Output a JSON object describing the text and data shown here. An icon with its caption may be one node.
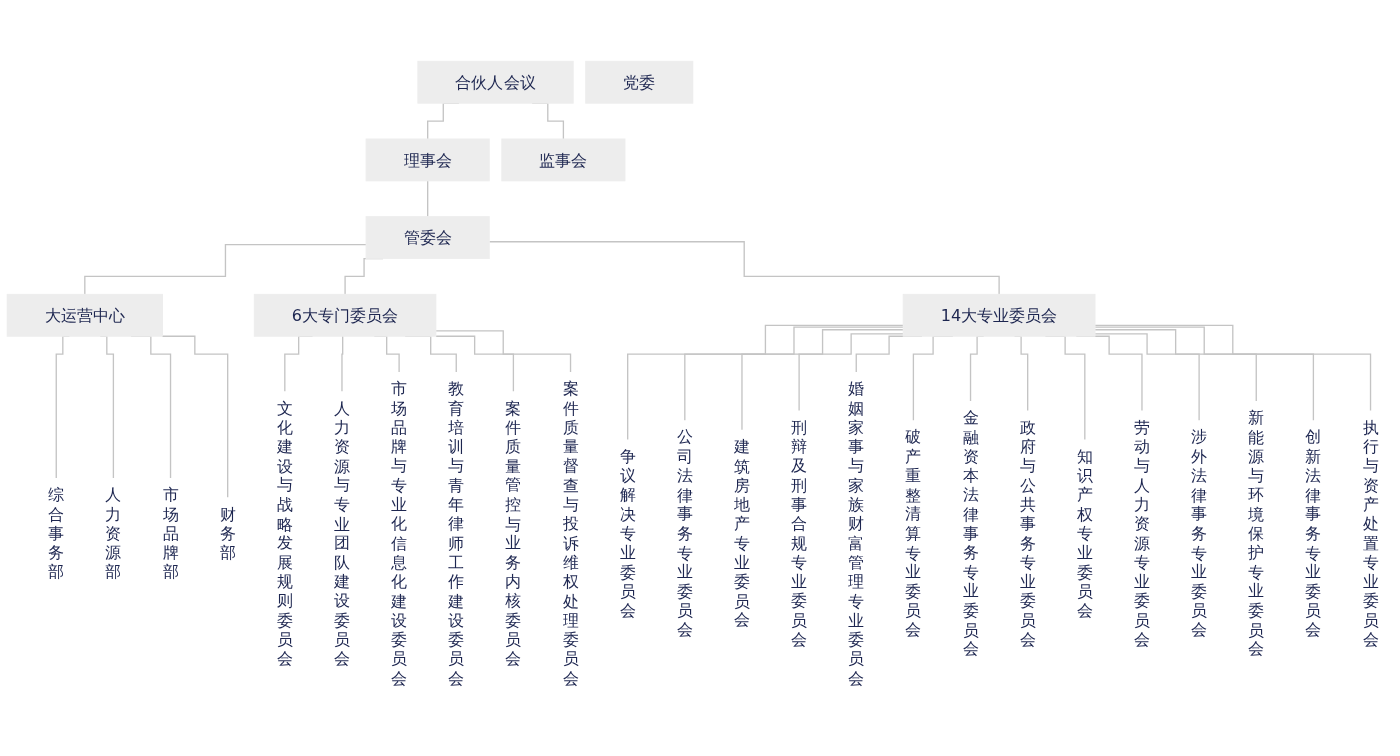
{
  "diagram": {
    "nodes": [
      {
        "text": [
          "合伙人会议"
        ]
      },
      {
        "text": [
          "党委"
        ]
      },
      {
        "text": [
          "理事会"
        ]
      },
      {
        "text": [
          "监事会"
        ]
      },
      {
        "text": [
          "管委会"
        ]
      },
      {
        "text": [
          "大运营中心"
        ]
      },
      {
        "text": [
          "6大专门委员会"
        ]
      },
      {
        "text": [
          "14大专业委员会"
        ]
      },
      {
        "text": [
          "综合事务部"
        ]
      },
      {
        "text": [
          "人力资源部"
        ]
      },
      {
        "text": [
          "市场品牌部"
        ]
      },
      {
        "text": [
          "财务部"
        ]
      },
      {
        "text": [
          "文化建设与战略发展规则委员会"
        ]
      },
      {
        "text": [
          "人力资源与专业团队建设委员会"
        ]
      },
      {
        "text": [
          "市场品牌与专业化信息化建设委员会"
        ]
      },
      {
        "text": [
          "教育培训与青年律师工作建设委员会"
        ]
      },
      {
        "text": [
          "案件质量管控与业务内核委员会"
        ]
      },
      {
        "text": [
          "案件质量督查与投诉维权处理委员会"
        ]
      },
      {
        "text": [
          "争议解决专业委员会"
        ]
      },
      {
        "text": [
          "公司法律事务专业委员会"
        ]
      },
      {
        "text": [
          "建筑房地产专业委员会"
        ]
      },
      {
        "text": [
          "刑辩及刑事合规专业委员会"
        ]
      },
      {
        "text": [
          "婚姻家事与家族财富管理专业委员会"
        ]
      },
      {
        "text": [
          "破产重整清算专业委员会"
        ]
      },
      {
        "text": [
          "金融资本法律事务专业委员会"
        ]
      },
      {
        "text": [
          "政府与公共事务专业委员会"
        ]
      },
      {
        "text": [
          "知识产权专业委员会"
        ]
      },
      {
        "text": [
          "劳动与人力资源专业委员会"
        ]
      },
      {
        "text": [
          "涉外法律事务专业委员会"
        ]
      },
      {
        "text": [
          "新能源与环境保护专业委员会"
        ]
      },
      {
        "text": [
          "创新法律事务专业委员会"
        ]
      },
      {
        "text": [
          "执行与资产处置专业委员会"
        ]
      }
    ],
    "edges": [
      {
        "from": 0,
        "to": 2,
        "arrow": "none"
      },
      {
        "from": 0,
        "to": 3,
        "arrow": "none"
      },
      {
        "from": 2,
        "to": 4,
        "arrow": "none"
      },
      {
        "from": 4,
        "to": 5,
        "arrow": "none"
      },
      {
        "from": 4,
        "to": 6,
        "arrow": "none"
      },
      {
        "from": 4,
        "to": 7,
        "arrow": "none"
      },
      {
        "from": 5,
        "to": 8,
        "arrow": "none"
      },
      {
        "from": 5,
        "to": 9,
        "arrow": "none"
      },
      {
        "from": 5,
        "to": 10,
        "arrow": "none"
      },
      {
        "from": 5,
        "to": 11,
        "arrow": "none"
      },
      {
        "from": 6,
        "to": 12,
        "arrow": "none"
      },
      {
        "from": 6,
        "to": 13,
        "arrow": "none"
      },
      {
        "from": 6,
        "to": 14,
        "arrow": "none"
      },
      {
        "from": 6,
        "to": 15,
        "arrow": "none"
      },
      {
        "from": 6,
        "to": 16,
        "arrow": "none"
      },
      {
        "from": 6,
        "to": 17,
        "arrow": "none"
      },
      {
        "from": 7,
        "to": 18,
        "arrow": "none"
      },
      {
        "from": 7,
        "to": 19,
        "arrow": "none"
      },
      {
        "from": 7,
        "to": 20,
        "arrow": "none"
      },
      {
        "from": 7,
        "to": 21,
        "arrow": "none"
      },
      {
        "from": 7,
        "to": 22,
        "arrow": "none"
      },
      {
        "from": 7,
        "to": 23,
        "arrow": "none"
      },
      {
        "from": 7,
        "to": 24,
        "arrow": "none"
      },
      {
        "from": 7,
        "to": 25,
        "arrow": "none"
      },
      {
        "from": 7,
        "to": 26,
        "arrow": "none"
      },
      {
        "from": 7,
        "to": 27,
        "arrow": "none"
      },
      {
        "from": 7,
        "to": 28,
        "arrow": "none"
      },
      {
        "from": 7,
        "to": 29,
        "arrow": "none"
      },
      {
        "from": 7,
        "to": 30,
        "arrow": "none"
      },
      {
        "from": 7,
        "to": 31,
        "arrow": "none"
      }
    ]
  }
}
